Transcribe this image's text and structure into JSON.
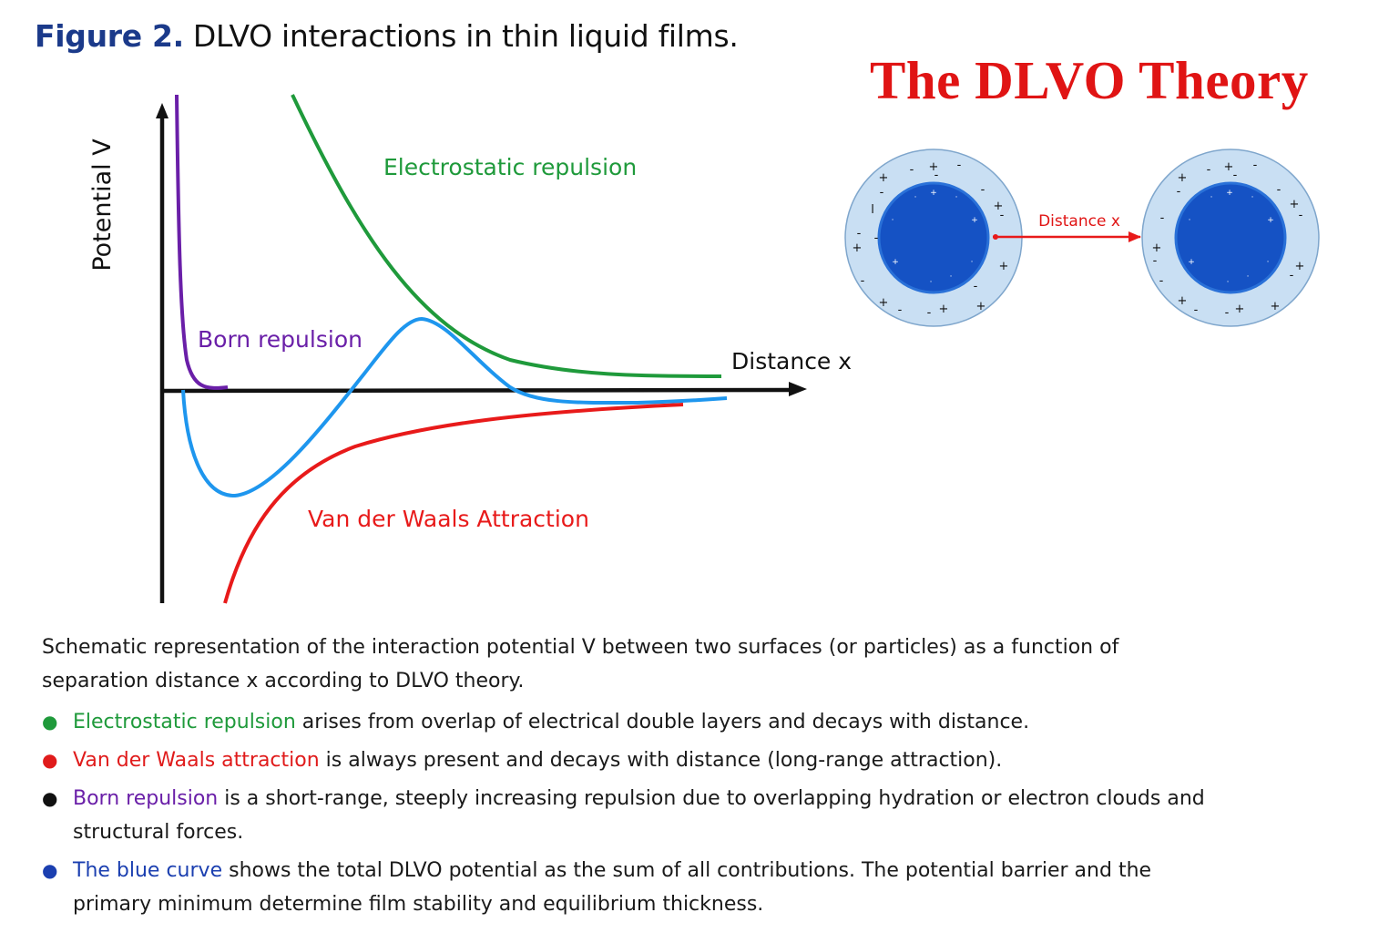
{
  "figure": {
    "label": "Figure 2.",
    "title": "DLVO interactions in thin liquid films."
  },
  "schematic": {
    "title": "The DLVO Theory",
    "distance_label": "Distance x"
  },
  "graph": {
    "y_axis_label": "Potential V",
    "x_axis_label": "Distance x",
    "curve_labels": {
      "electrostatic": "Electrostatic repulsion",
      "born": "Born repulsion",
      "vdw": "Van der Waals Attraction"
    },
    "colors": {
      "electrostatic": "#1f9a3b",
      "born": "#6a1fa8",
      "vdw": "#e81a1a",
      "total": "#1e96ee",
      "axis": "#111111"
    }
  },
  "caption": {
    "intro": "Schematic representation of the interaction potential V between two surfaces (or particles) as a function of separation distance x according to DLVO theory.",
    "bullets": [
      {
        "term": "Electrostatic repulsion",
        "rest": " arises from overlap of electrical double layers and decays with distance.",
        "color": "green"
      },
      {
        "term": "Van der Waals attraction",
        "rest": " is always present and decays with distance (long-range attraction).",
        "color": "red"
      },
      {
        "term": "Born repulsion",
        "rest": " is a short-range, steeply increasing repulsion due to overlapping hydration or electron clouds and structural forces.",
        "color": "purple"
      },
      {
        "term": "The blue curve",
        "rest": " shows the total DLVO potential as the sum of all contributions. The potential barrier and the primary minimum determine film stability and equilibrium thickness.",
        "color": "blue"
      }
    ]
  }
}
